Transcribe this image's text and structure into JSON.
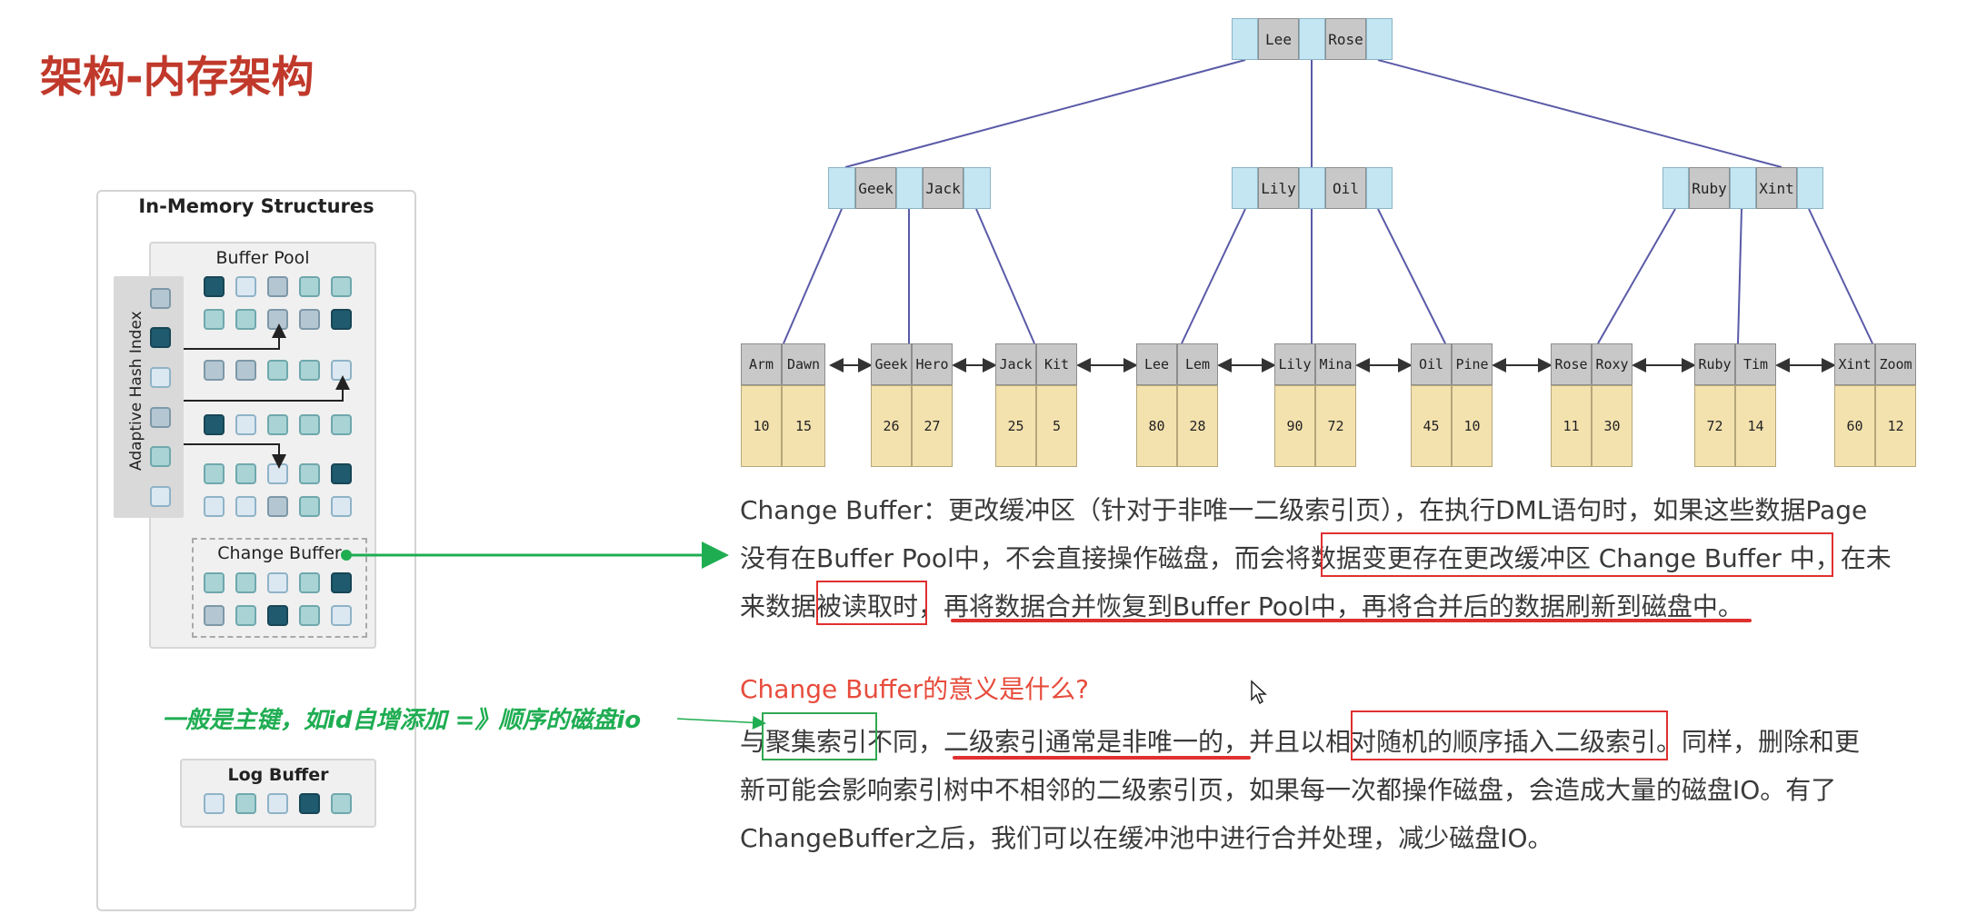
{
  "page_title": "架构-内存架构",
  "diagram": {
    "title": "In-Memory Structures",
    "buffer_pool_label": "Buffer Pool",
    "adaptive_hash_index_label": "Adaptive Hash Index",
    "change_buffer_label": "Change Buffer",
    "log_buffer_label": "Log Buffer",
    "colors": {
      "dark": "#1f5a6e",
      "teal": "#a9d3d4",
      "light": "#dbe8f2",
      "gray": "#b4c6d1",
      "arrow_green": "#1fad52"
    }
  },
  "annotation": "一般是主键，如id自增添加 =》顺序的磁盘io",
  "btree": {
    "root": [
      "Lee",
      "Rose"
    ],
    "internal": [
      [
        "Geek",
        "Jack"
      ],
      [
        "Lily",
        "Oil"
      ],
      [
        "Ruby",
        "Xint"
      ]
    ],
    "leaves": [
      {
        "keys": [
          "Arm",
          "Dawn"
        ],
        "values": [
          "10",
          "15"
        ]
      },
      {
        "keys": [
          "Geek",
          "Hero"
        ],
        "values": [
          "26",
          "27"
        ]
      },
      {
        "keys": [
          "Jack",
          "Kit"
        ],
        "values": [
          "25",
          "5"
        ]
      },
      {
        "keys": [
          "Lee",
          "Lem"
        ],
        "values": [
          "80",
          "28"
        ]
      },
      {
        "keys": [
          "Lily",
          "Mina"
        ],
        "values": [
          "90",
          "72"
        ]
      },
      {
        "keys": [
          "Oil",
          "Pine"
        ],
        "values": [
          "45",
          "10"
        ]
      },
      {
        "keys": [
          "Rose",
          "Roxy"
        ],
        "values": [
          "11",
          "30"
        ]
      },
      {
        "keys": [
          "Ruby",
          "Tim"
        ],
        "values": [
          "72",
          "14"
        ]
      },
      {
        "keys": [
          "Xint",
          "Zoom"
        ],
        "values": [
          "60",
          "12"
        ]
      }
    ]
  },
  "text": {
    "p1_line1": "Change Buffer：更改缓冲区（针对于非唯一二级索引页），在执行DML语句时，如果这些数据Page",
    "p1_line2": "没有在Buffer Pool中，不会直接操作磁盘，而会将数据变更存在更改缓冲区 Change Buffer 中，在未",
    "p1_line3": "来数据被读取时，再将数据合并恢复到Buffer Pool中，再将合并后的数据刷新到磁盘中。",
    "question": "Change Buffer的意义是什么?",
    "p2_line1": "与聚集索引不同，二级索引通常是非唯一的，并且以相对随机的顺序插入二级索引。同样，删除和更",
    "p2_line2": "新可能会影响索引树中不相邻的二级索引页，如果每一次都操作磁盘，会造成大量的磁盘IO。有了",
    "p2_line3": "ChangeBuffer之后，我们可以在缓冲池中进行合并处理，减少磁盘IO。"
  }
}
